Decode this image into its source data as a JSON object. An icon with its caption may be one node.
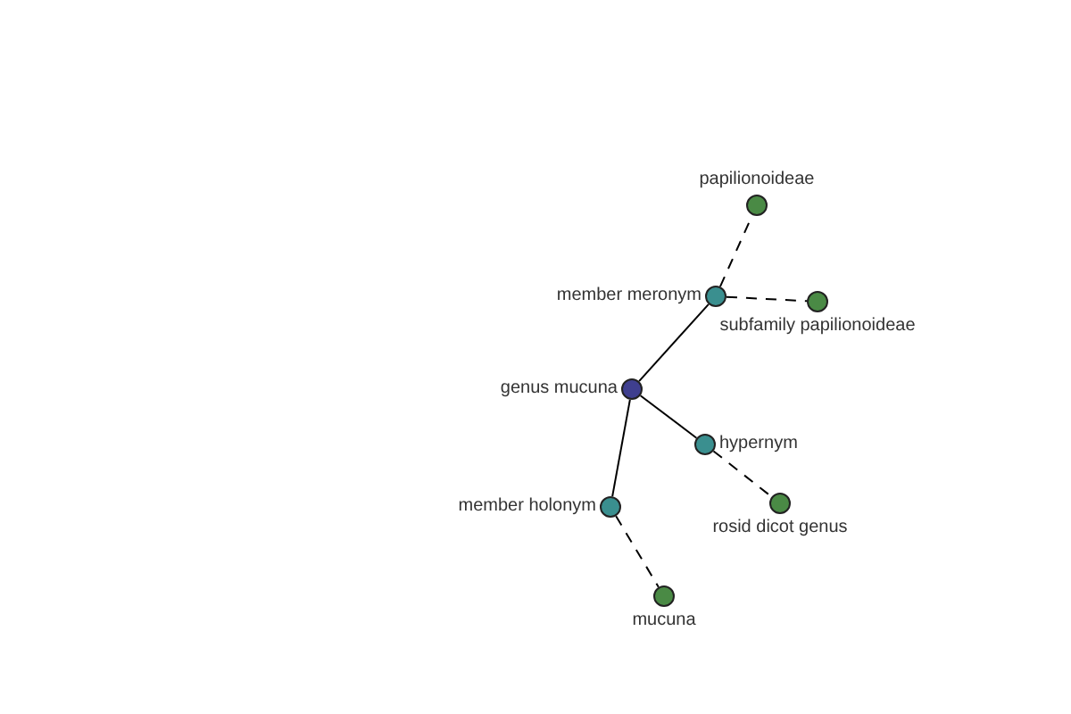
{
  "diagram": {
    "nodes": [
      {
        "text": [
          "genus mucuna"
        ]
      },
      {
        "text": [
          "member meronym"
        ]
      },
      {
        "text": [
          "papilionoideae"
        ]
      },
      {
        "text": [
          "subfamily papilionoideae"
        ]
      },
      {
        "text": [
          "hypernym"
        ]
      },
      {
        "text": [
          "rosid dicot genus"
        ]
      },
      {
        "text": [
          "member holonym"
        ]
      },
      {
        "text": [
          "mucuna"
        ]
      }
    ],
    "edges": [
      {
        "from": 0,
        "to": 1,
        "arrow": "none"
      },
      {
        "from": 1,
        "to": 2,
        "arrow": "none",
        "style": "dashed"
      },
      {
        "from": 1,
        "to": 3,
        "arrow": "none",
        "style": "dashed"
      },
      {
        "from": 0,
        "to": 4,
        "arrow": "none"
      },
      {
        "from": 4,
        "to": 5,
        "arrow": "none",
        "style": "dashed"
      },
      {
        "from": 0,
        "to": 6,
        "arrow": "none"
      },
      {
        "from": 6,
        "to": 7,
        "arrow": "none",
        "style": "dashed"
      }
    ]
  }
}
